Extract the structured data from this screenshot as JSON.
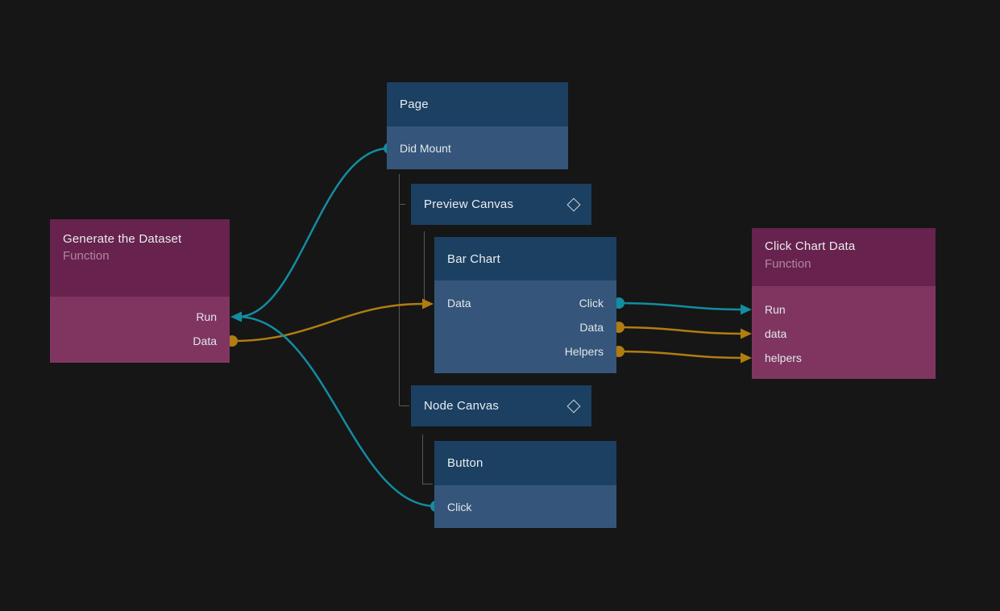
{
  "app": {
    "name": "node-graph-editor"
  },
  "colors": {
    "background": "#161616",
    "blue_node_header": "#1b4062",
    "blue_node_body": "#35567a",
    "purple_node_header": "#67224d",
    "purple_node_body": "#803561",
    "signal_connection": "#128da1",
    "data_connection": "#b07d10",
    "hierarchy_line": "#585858"
  },
  "nodes": {
    "generate_dataset": {
      "title": "Generate the Dataset",
      "subtitle": "Function",
      "outputs": {
        "run": "Run",
        "data": "Data"
      }
    },
    "page": {
      "title": "Page",
      "outputs": {
        "did_mount": "Did Mount"
      }
    },
    "preview_canvas": {
      "title": "Preview Canvas",
      "icon": "component-diamond-icon"
    },
    "bar_chart": {
      "title": "Bar Chart",
      "inputs": {
        "data": "Data"
      },
      "outputs": {
        "click": "Click",
        "data": "Data",
        "helpers": "Helpers"
      }
    },
    "node_canvas": {
      "title": "Node Canvas",
      "icon": "component-diamond-icon"
    },
    "button": {
      "title": "Button",
      "outputs": {
        "click": "Click"
      }
    },
    "click_chart_data": {
      "title": "Click Chart Data",
      "subtitle": "Function",
      "inputs": {
        "run": "Run",
        "data": "data",
        "helpers": "helpers"
      }
    }
  },
  "hierarchy": [
    {
      "parent": "Page",
      "children": [
        "Preview Canvas",
        "Node Canvas"
      ]
    },
    {
      "parent": "Preview Canvas",
      "children": [
        "Bar Chart"
      ]
    },
    {
      "parent": "Node Canvas",
      "children": [
        "Button"
      ]
    }
  ],
  "connections": [
    {
      "from": "Page.Did Mount",
      "to": "Generate the Dataset.Run",
      "type": "signal"
    },
    {
      "from": "Button.Click",
      "to": "Generate the Dataset.Run",
      "type": "signal"
    },
    {
      "from": "Generate the Dataset.Data",
      "to": "Bar Chart.Data",
      "type": "data"
    },
    {
      "from": "Bar Chart.Click",
      "to": "Click Chart Data.Run",
      "type": "signal"
    },
    {
      "from": "Bar Chart.Data",
      "to": "Click Chart Data.data",
      "type": "data"
    },
    {
      "from": "Bar Chart.Helpers",
      "to": "Click Chart Data.helpers",
      "type": "data"
    }
  ]
}
